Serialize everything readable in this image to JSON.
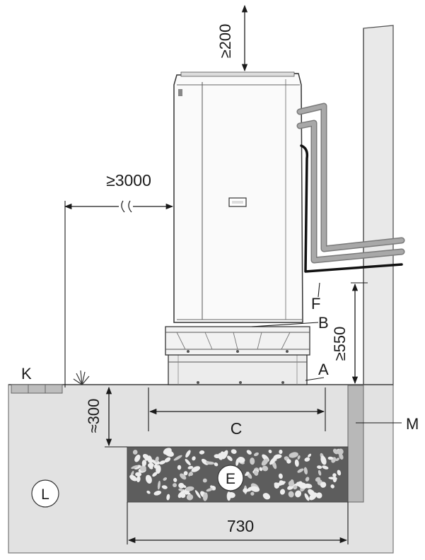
{
  "dimensions": {
    "top_clearance": "≥200",
    "side_clearance": "≥3000",
    "wall_clearance": "≥550",
    "gravel_depth": "≈300",
    "bed_width": "730"
  },
  "labels": {
    "a": "A",
    "b": "B",
    "c": "C",
    "e": "E",
    "f": "F",
    "k": "K",
    "l": "L",
    "m": "M"
  },
  "colors": {
    "ground": "#e2e2e2",
    "wall": "#e9e9e9",
    "gravel_bg": "#5d5d5d",
    "pipe_gray": "#9a9a9a",
    "cable": "#111111",
    "unit_body": "#fafafa",
    "membrane": "#b8b8b8"
  }
}
